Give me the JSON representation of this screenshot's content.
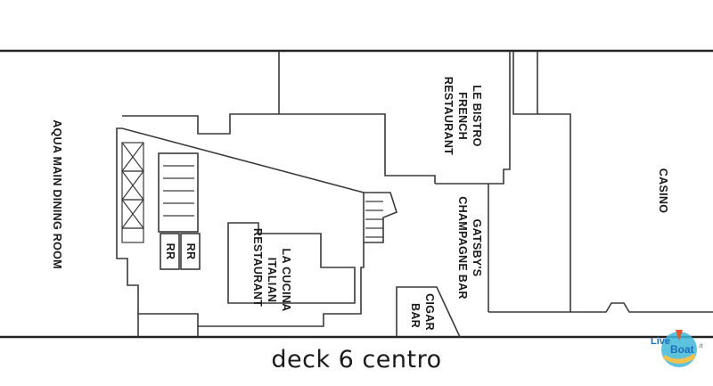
{
  "map": {
    "caption": "deck 6 centro",
    "rooms": {
      "aqua": "AQUA MAIN DINING ROOM",
      "bistro": [
        "LE BISTRO",
        "FRENCH",
        "RESTAURANT"
      ],
      "casino": "CASINO",
      "gatsby": [
        "GATSBY'S",
        "CHAMPAGNE BAR"
      ],
      "cucina": [
        "LA CUCINA",
        "ITALIAN",
        "RESTAURANT"
      ],
      "cigar": [
        "CIGAR",
        "BAR"
      ],
      "rr1": "RR",
      "rr2": "RR"
    }
  },
  "logo": {
    "text_a": "Live",
    "text_b": "Boat",
    "text_c": ".it",
    "colors": {
      "blue": "#1d6fb8",
      "sea": "#3fb7d8",
      "sand": "#f2c14e"
    }
  }
}
